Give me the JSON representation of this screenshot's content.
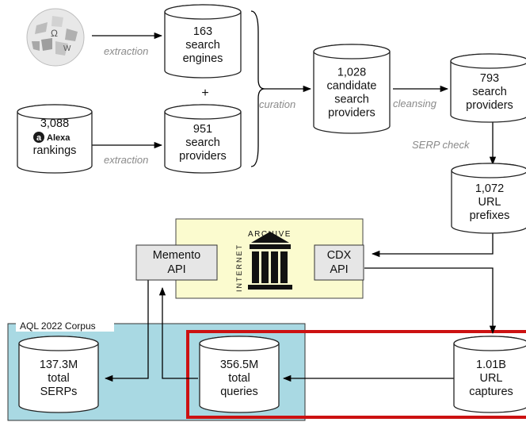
{
  "nodes": {
    "search_engines": [
      "163",
      "search",
      "engines"
    ],
    "alexa_rankings": {
      "count": "3,088",
      "logo_text": "Alexa",
      "label": "rankings"
    },
    "search_providers_951": [
      "951",
      "search",
      "providers"
    ],
    "candidate_providers": [
      "1,028",
      "candidate",
      "search",
      "providers"
    ],
    "search_providers_793": [
      "793",
      "search",
      "providers"
    ],
    "url_prefixes": [
      "1,072",
      "URL",
      "prefixes"
    ],
    "memento_api": [
      "Memento",
      "API"
    ],
    "cdx_api": [
      "CDX",
      "API"
    ],
    "url_captures": [
      "1.01B",
      "URL",
      "captures"
    ],
    "total_queries": [
      "356.5M",
      "total",
      "queries"
    ],
    "total_serps": [
      "137.3M",
      "total",
      "SERPs"
    ]
  },
  "operators": {
    "plus": "+"
  },
  "edges": {
    "extraction_top": "extraction",
    "extraction_bottom": "extraction",
    "curation": "curation",
    "cleansing": "cleansing",
    "serp_check": "SERP check"
  },
  "internet_archive": {
    "top_word": "ARCHIVE",
    "side_word": "INTERNET"
  },
  "corpus": {
    "label": "AQL 2022 Corpus"
  },
  "colors": {
    "corpus_fill": "#a9d9e3",
    "archive_fill": "#fbfbcf",
    "api_fill": "#e6e6e6",
    "highlight": "#cc1111"
  },
  "icons": {
    "wikipedia": "wikipedia-globe-icon",
    "alexa": "alexa-logo-icon",
    "archive": "internet-archive-building-icon"
  }
}
